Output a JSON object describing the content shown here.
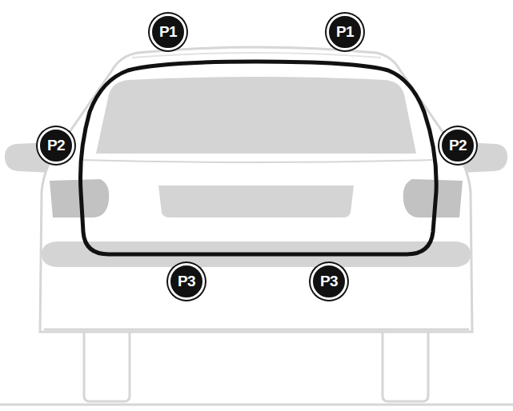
{
  "diagram": {
    "labels": [
      "P1",
      "P1",
      "P2",
      "P2",
      "P3",
      "P3"
    ]
  }
}
